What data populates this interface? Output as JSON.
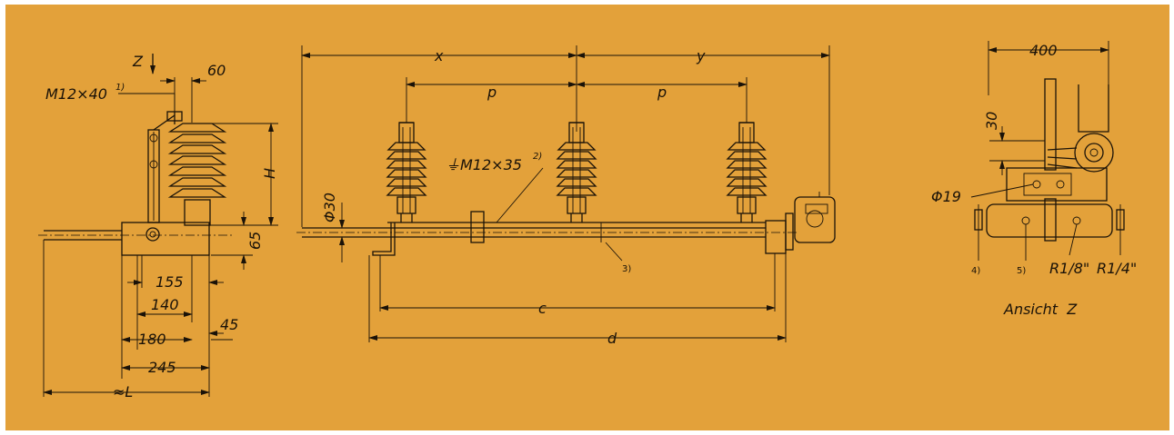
{
  "colors": {
    "background": "#E3A13A",
    "ink": "#1A1208"
  },
  "side_view": {
    "view_letter": "Z",
    "bolt_label": "M12×40",
    "bolt_note": "1)",
    "dim_top": "60",
    "dim_height": "H",
    "dim_65": "65",
    "dim_155": "155",
    "dim_140": "140",
    "dim_180": "180",
    "dim_45": "45",
    "dim_245": "245",
    "dim_L": "≈L"
  },
  "front_view": {
    "dim_x": "x",
    "dim_y": "y",
    "dim_p1": "p",
    "dim_p2": "p",
    "shaft_dia": "Φ30",
    "ground_label": "⏚M12×35",
    "ground_note": "2)",
    "note_3": "3)",
    "dim_c": "c",
    "dim_d": "d"
  },
  "end_view": {
    "dim_400": "400",
    "dim_30": "30",
    "dia_19": "Φ19",
    "note_4": "4)",
    "note_5": "5)",
    "thread_1": "R1/8\"",
    "thread_2": "R1/4\"",
    "caption": "Ansicht  Z"
  }
}
